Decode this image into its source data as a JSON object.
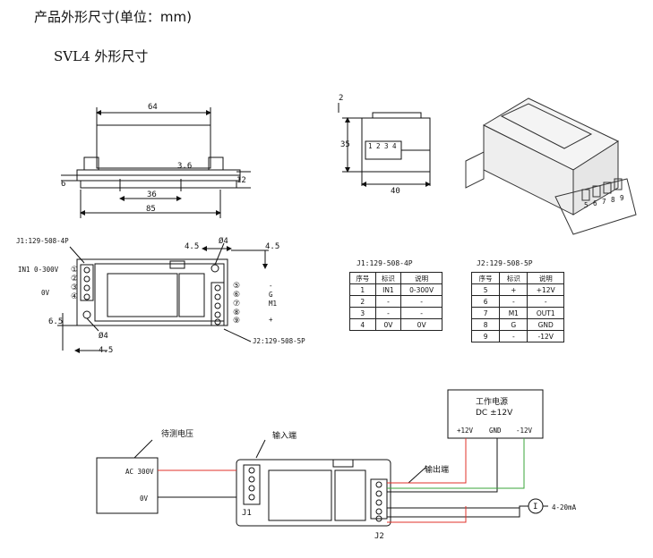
{
  "page": {
    "title": "产品外形尺寸(单位：mm)",
    "subtitle": "SVL4 外形尺寸"
  },
  "front_view": {
    "dim_width_top": "64",
    "dim_36": "36",
    "dim_85": "85",
    "dim_3_6": "3.6",
    "dim_6": "6",
    "dim_12": "12"
  },
  "side_view": {
    "dim_2": "2",
    "dim_35": "35",
    "dim_40": "40",
    "terminal_numbers": [
      "1",
      "2",
      "3",
      "4"
    ]
  },
  "iso_view": {
    "terminal_numbers": [
      "5",
      "6",
      "7",
      "8",
      "9"
    ]
  },
  "top_view": {
    "j1_label": "J1:129-508-4P",
    "j2_label": "J2:129-508-5P",
    "dim_4_5_a": "4.5",
    "dim_phi4_a": "Ø4",
    "dim_4_5_b": "4.5",
    "dim_6_5": "6.5",
    "dim_phi4_b": "Ø4",
    "dim_4_5_c": "4.5",
    "in_label": "IN1 0-300V",
    "ov_label": "0V",
    "left_pins": [
      "①",
      "②",
      "③",
      "④"
    ],
    "right_pins": [
      "⑤",
      "⑥",
      "⑦",
      "⑧",
      "⑨"
    ],
    "right_labels": [
      "-",
      "G",
      "M1",
      "+"
    ]
  },
  "table_j1": {
    "title": "J1:129-508-4P",
    "headers": [
      "序号",
      "标识",
      "说明"
    ],
    "rows": [
      [
        "1",
        "IN1",
        "0-300V"
      ],
      [
        "2",
        "-",
        "-"
      ],
      [
        "3",
        "-",
        "-"
      ],
      [
        "4",
        "0V",
        "0V"
      ]
    ]
  },
  "table_j2": {
    "title": "J2:129-508-5P",
    "headers": [
      "序号",
      "标识",
      "说明"
    ],
    "rows": [
      [
        "5",
        "+",
        "+12V"
      ],
      [
        "6",
        "-",
        "-"
      ],
      [
        "7",
        "M1",
        "OUT1"
      ],
      [
        "8",
        "G",
        "GND"
      ],
      [
        "9",
        "-",
        "-12V"
      ]
    ]
  },
  "wiring": {
    "power_title": "工作电源",
    "power_sub": "DC ±12V",
    "power_pins": [
      "+12V",
      "GND",
      "-12V"
    ],
    "source_label": "待测电压",
    "ac_label": "AC 300V",
    "ov_label": "0V",
    "input_label": "输入端",
    "output_label": "输出端",
    "j1": "J1",
    "j2": "J2",
    "meter_symbol": "I",
    "current_label": "4-20mA"
  },
  "colors": {
    "red_wire": "#e0302a",
    "green_wire": "#3aa63a"
  }
}
